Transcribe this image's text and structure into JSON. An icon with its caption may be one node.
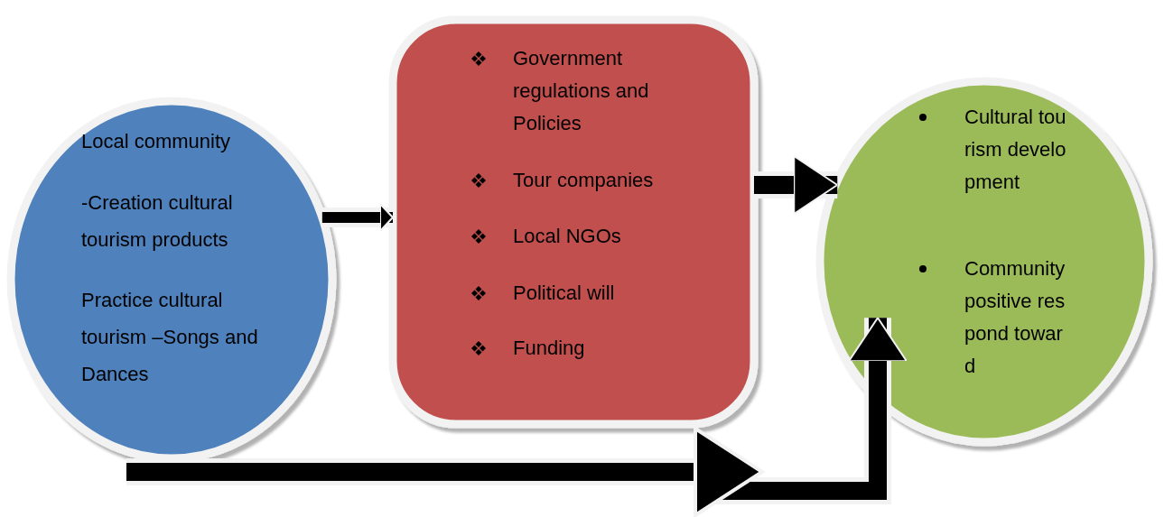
{
  "diagram": {
    "nodes": [
      {
        "text": [
          "Local community",
          "-Creation cultural tourism products",
          "Practice cultural tourism –Songs and Dances"
        ]
      },
      {
        "text": [
          "Government regulations and Policies",
          "Tour companies",
          "Local NGOs",
          "Political will",
          "Funding"
        ]
      },
      {
        "text": [
          "Cultural tourism development",
          "Community positive respond toward"
        ]
      }
    ],
    "edges": [
      {
        "from": 0,
        "to": 1,
        "arrow": "to"
      },
      {
        "from": 1,
        "to": 2,
        "arrow": "to"
      },
      {
        "from": null,
        "to": 2,
        "arrow": "to"
      }
    ]
  }
}
